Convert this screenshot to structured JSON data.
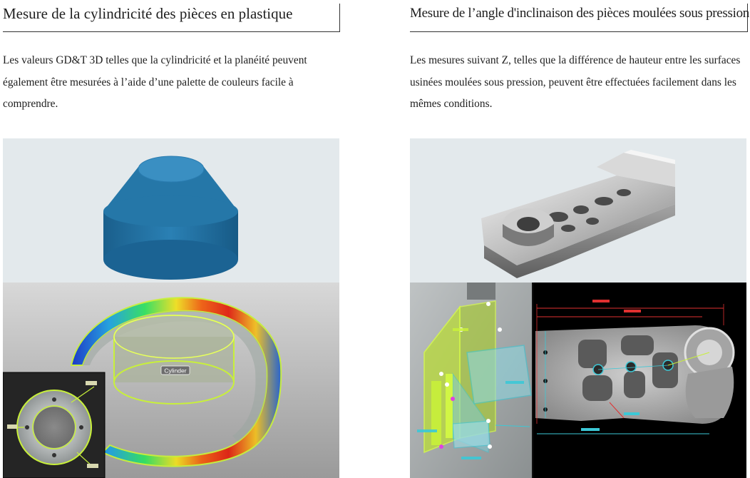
{
  "left": {
    "heading": "Mesure de la cylindricité des pièces en plastique",
    "paragraph": "Les valeurs GD&T 3D telles que la cylindricité et la planéité peuvent également être mesurées à l’aide d’une palette de couleurs facile à comprendre.",
    "tag_label": "Cylinder"
  },
  "right": {
    "heading": "Mesure de l’angle d'inclinaison des pièces moulées sous pression",
    "paragraph": "Les mesures suivant Z, telles que la différence de hauteur entre les surfaces usinées moulées sous pression, peuvent être effectuées facilement dans les mêmes conditions."
  },
  "colors": {
    "text": "#1e1e1e",
    "figure_bg": "#e3e9ec",
    "part_blue": "#1e6f9f",
    "highlight_yellow": "#c8f03a",
    "cad_cyan": "#3cc8d6",
    "cad_red": "#e03030"
  }
}
